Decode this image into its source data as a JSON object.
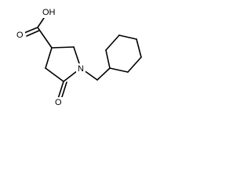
{
  "molecule": {
    "atoms": {
      "carboxyl_oh": "OH",
      "carboxyl_o": "O",
      "ring_n": "N",
      "carbonyl_o": "O"
    }
  }
}
